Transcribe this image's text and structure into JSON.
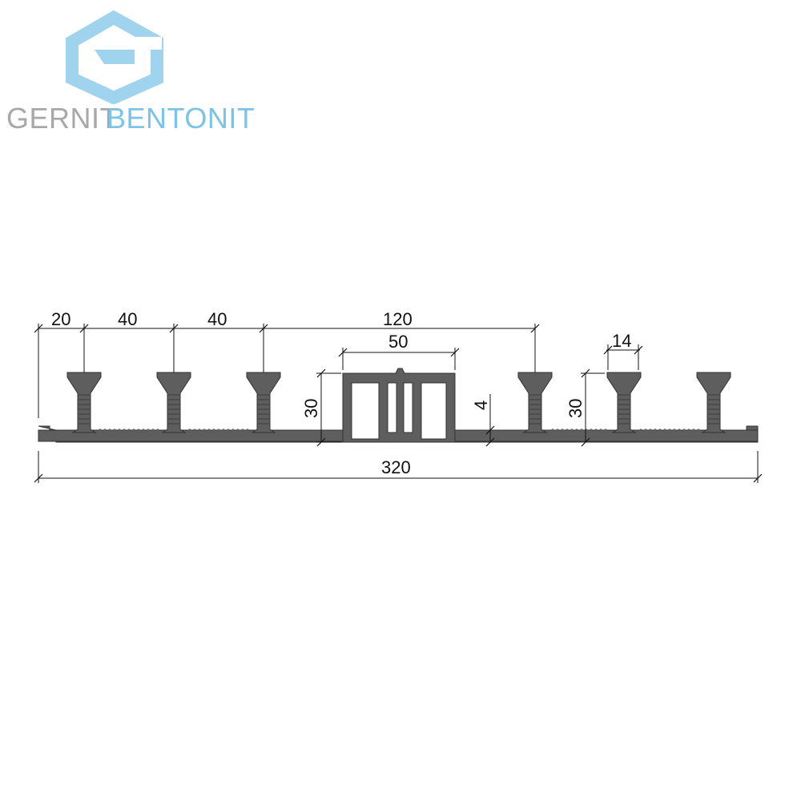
{
  "brand": {
    "name_first": "GERNIT",
    "name_second": "BENTONIT",
    "color_first": "#a8a8a8",
    "color_second": "#7cc3e6",
    "logo_color": "#9fd3ee",
    "logo_icon": "hexagon-g-logo-icon"
  },
  "drawing": {
    "profile_color": "#5e5e5e",
    "dimensions": {
      "edge_to_first_rib": "20",
      "rib_spacing_1": "40",
      "rib_spacing_2": "40",
      "center_span": "120",
      "center_bulb_width": "50",
      "rib_head_width": "14",
      "center_height": "30",
      "web_thickness": "4",
      "rib_height": "30",
      "total_width": "320"
    }
  }
}
